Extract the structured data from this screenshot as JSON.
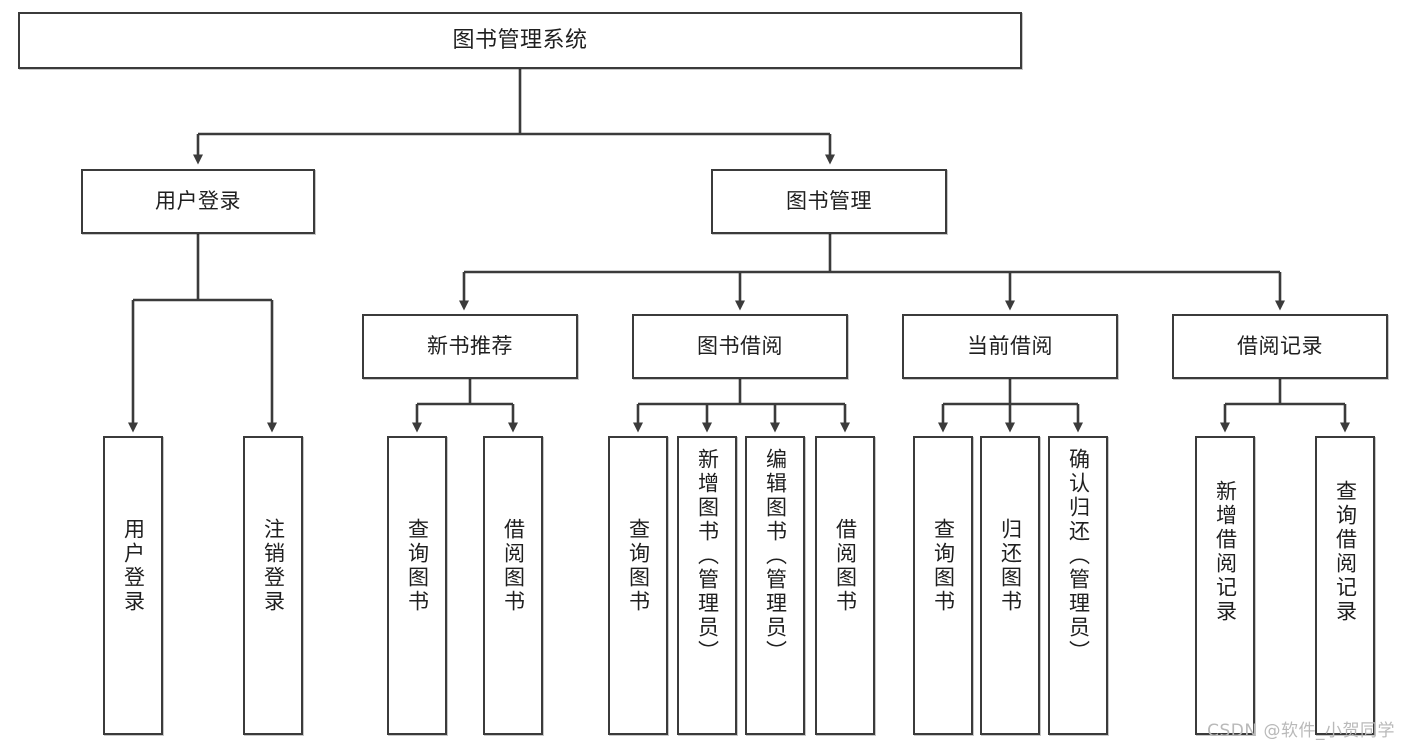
{
  "diagram": {
    "title": "图书管理系统",
    "watermark": "CSDN @软件_小贺同学",
    "line_color": "#3b3b3b",
    "box_fill": "#ffffff",
    "text_color": "#1f1f1f",
    "nodes": {
      "root": "图书管理系统",
      "level2": {
        "user_login": "用户登录",
        "book_manage": "图书管理"
      },
      "level3": {
        "new_book_recommend": "新书推荐",
        "book_borrow": "图书借阅",
        "current_borrow": "当前借阅",
        "borrow_record": "借阅记录"
      },
      "leaves": {
        "user_login_1": "用户登录",
        "user_login_2": "注销登录",
        "new_book_1": "查询图书",
        "new_book_2": "借阅图书",
        "book_borrow_1": "查询图书",
        "book_borrow_2": "新增图书（管理员）",
        "book_borrow_3": "编辑图书（管理员）",
        "book_borrow_4": "借阅图书",
        "current_borrow_1": "查询图书",
        "current_borrow_2": "归还图书",
        "current_borrow_3": "确认归还（管理员）",
        "borrow_record_1": "新增借阅记录",
        "borrow_record_2": "查询借阅记录"
      }
    }
  }
}
